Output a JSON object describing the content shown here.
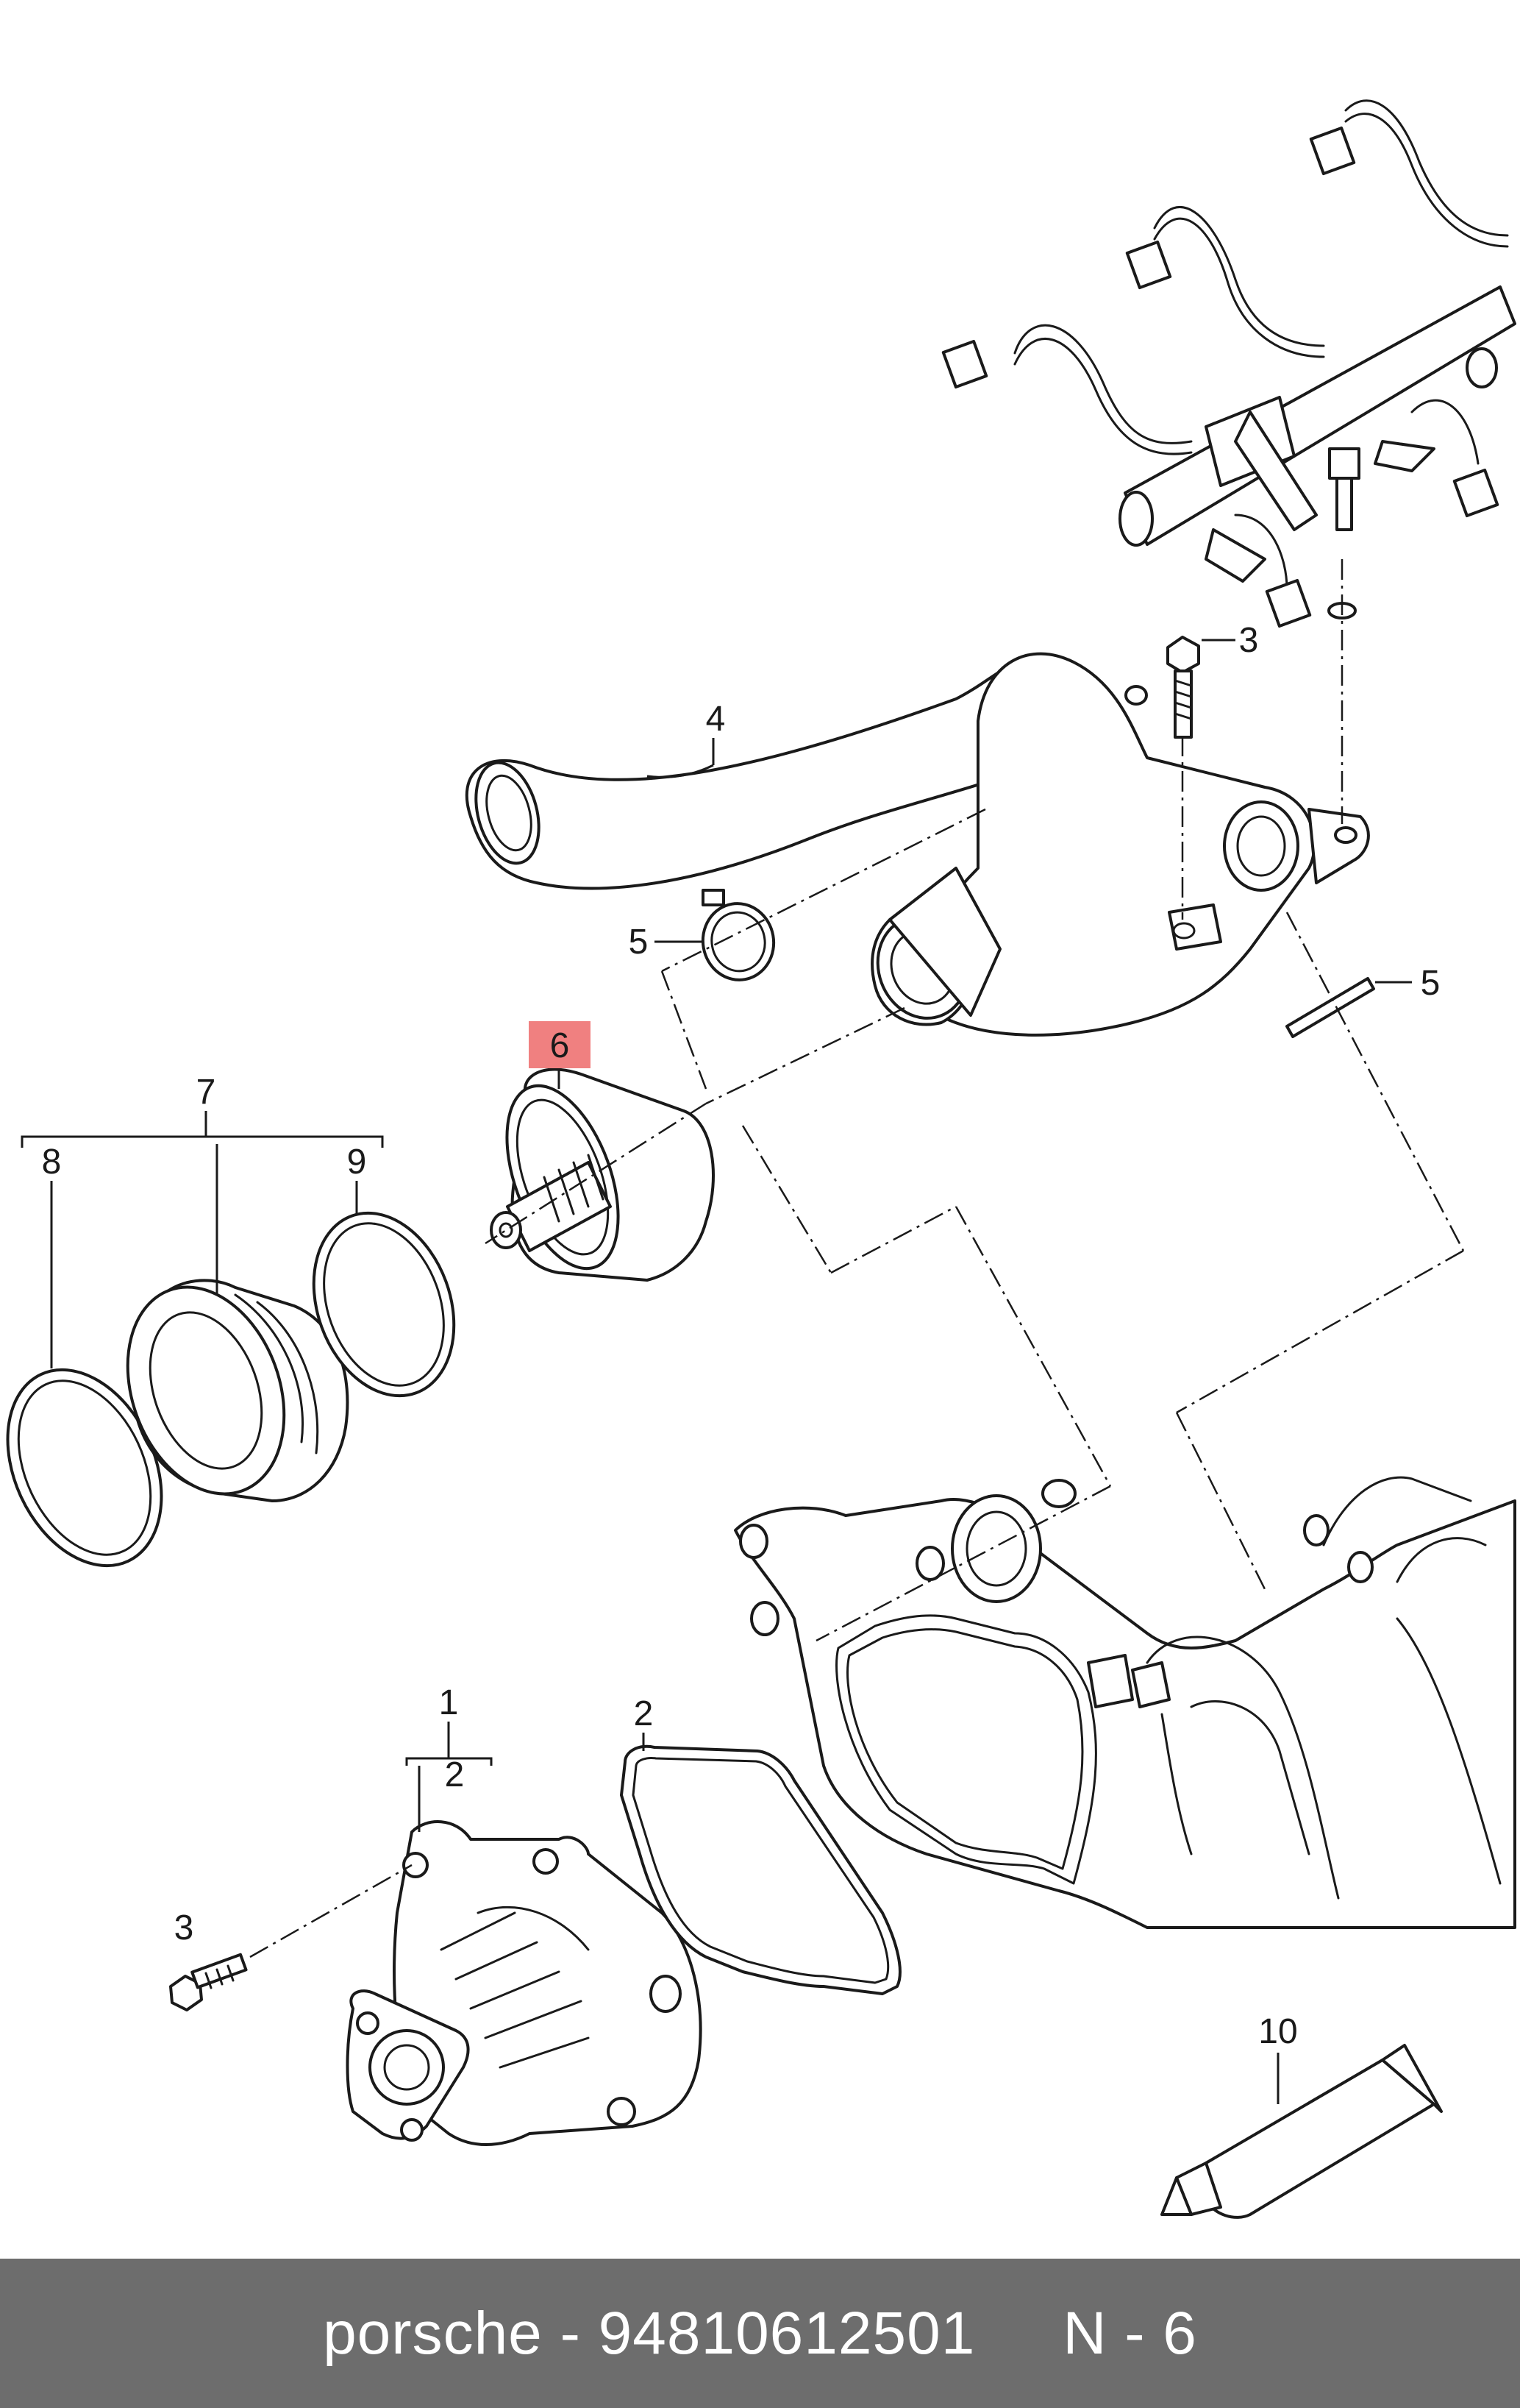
{
  "diagram": {
    "callouts": {
      "c1": "1",
      "c2a": "2",
      "c2b": "2",
      "c3a": "3",
      "c3b": "3",
      "c4": "4",
      "c5a": "5",
      "c5b": "5",
      "c6": "6",
      "c7": "7",
      "c8": "8",
      "c9": "9",
      "c10": "10"
    },
    "highlight_color": "#f08080"
  },
  "footer": {
    "text": "porsche - 94810612501     N - 6",
    "background": "#6d6d6d"
  }
}
